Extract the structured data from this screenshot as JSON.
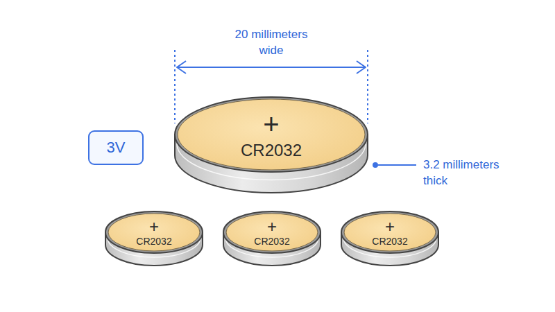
{
  "diagram": {
    "nodes": [
      {
        "text": [
          "3V"
        ]
      },
      {
        "text": [
          "+",
          "CR2032"
        ]
      },
      {
        "text": [
          "+",
          "CR2032"
        ]
      },
      {
        "text": [
          "+",
          "CR2032"
        ]
      },
      {
        "text": [
          "+",
          "CR2032"
        ]
      }
    ],
    "labels": [
      "20 millimeters wide",
      "3.2 millimeters thick"
    ]
  }
}
